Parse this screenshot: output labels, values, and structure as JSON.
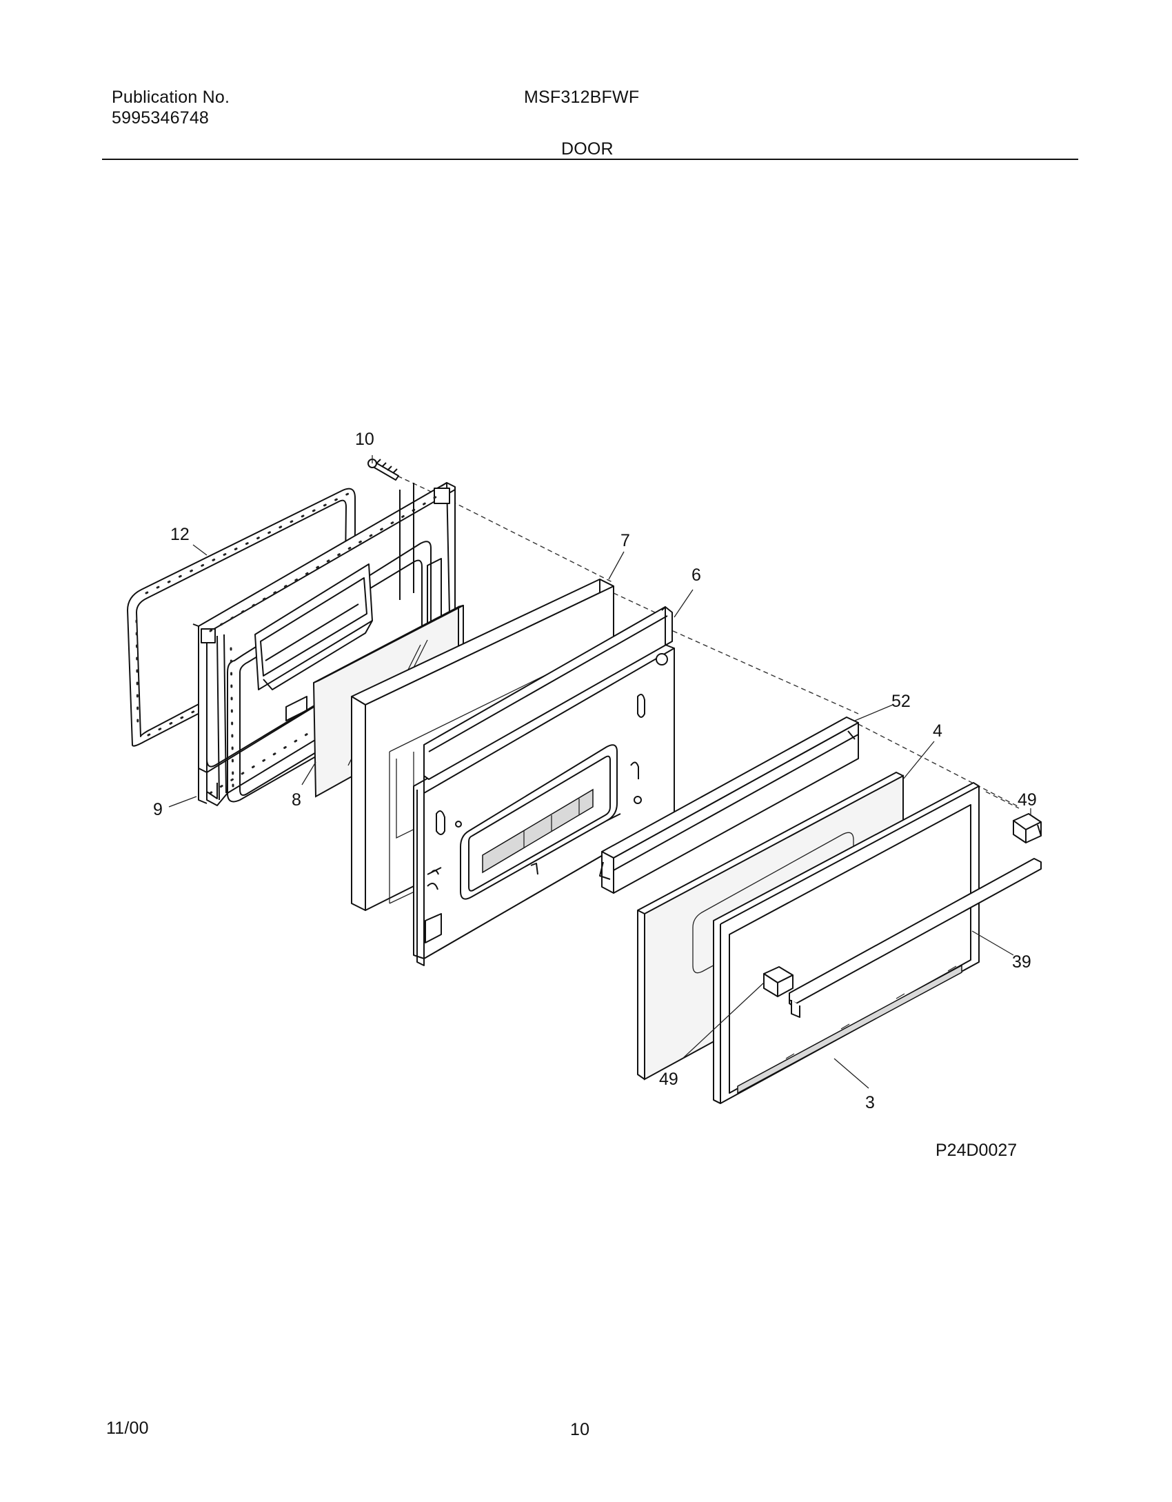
{
  "header": {
    "publication_label": "Publication No.",
    "publication_number": "5995346748",
    "model": "MSF312BFWF",
    "section_title": "DOOR"
  },
  "diagram": {
    "figure_code": "P24D0027",
    "callouts": {
      "c10": "10",
      "c12": "12",
      "c7": "7",
      "c6": "6",
      "c52": "52",
      "c4": "4",
      "c49a": "49",
      "c9": "9",
      "c8": "8",
      "c39": "39",
      "c49b": "49",
      "c3": "3"
    }
  },
  "footer": {
    "date": "11/00",
    "page_number": "10"
  }
}
